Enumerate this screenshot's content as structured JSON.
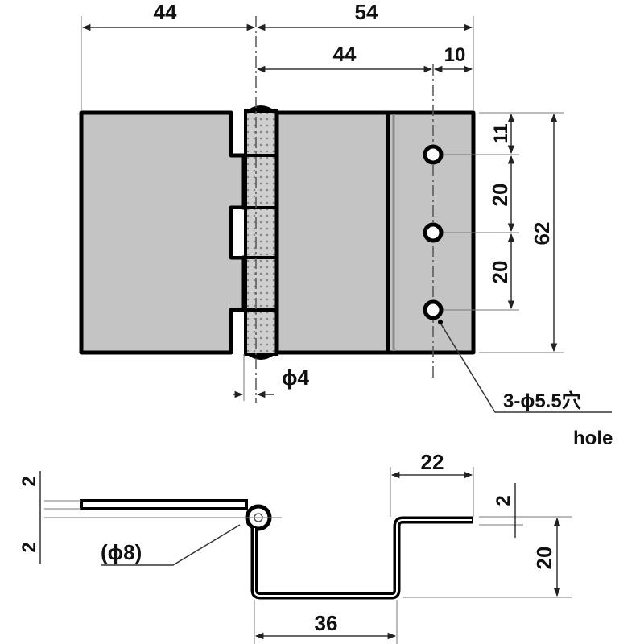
{
  "top_view": {
    "dims": {
      "left_width": "44",
      "right_width": "54",
      "hole_offset": "44",
      "hole_edge": "10",
      "hole_top": "11",
      "hole_pitch_1": "20",
      "hole_pitch_2": "20",
      "height": "62",
      "pin_diameter": "ϕ4"
    },
    "hole_note": "3-ϕ5.5穴",
    "hole_note_en": "hole"
  },
  "side_view": {
    "dims": {
      "thickness_left_top": "2",
      "thickness_left_bottom": "2",
      "knuckle_diameter": "(ϕ8)",
      "flange_width": "22",
      "thickness_right": "2",
      "offset_height": "20",
      "bottom_width": "36"
    }
  },
  "colors": {
    "plate_fill": "#c4c4c4",
    "outline": "#000000"
  }
}
